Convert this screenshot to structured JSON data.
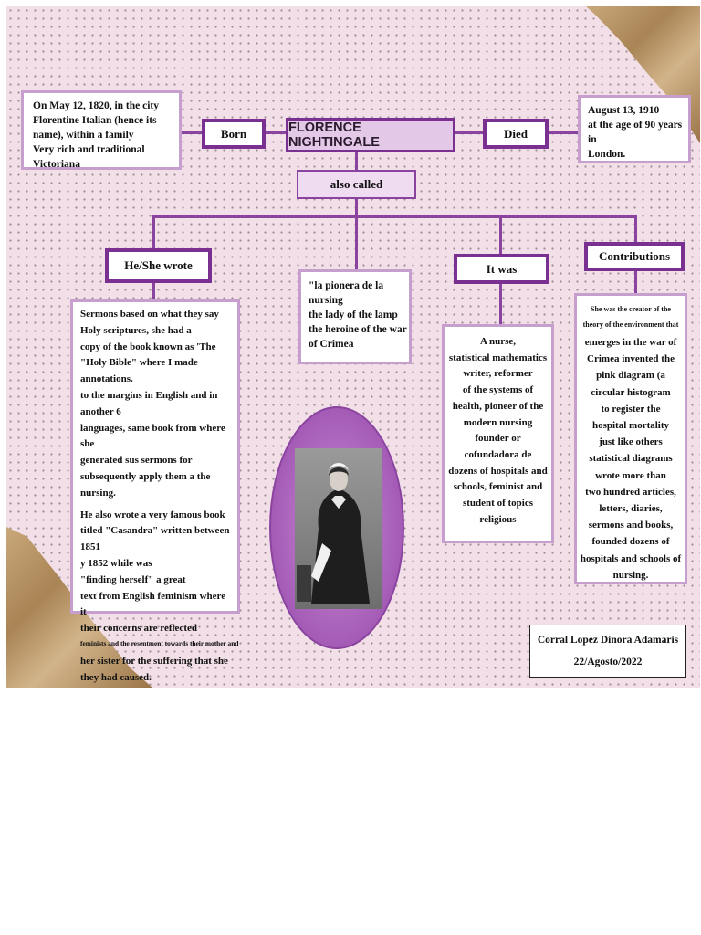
{
  "title": "FLORENCE NIGHTINGALE",
  "also_called_label": "also called",
  "born": {
    "label": "Born",
    "text": "On May 12, 1820, in the city\n    Florentine Italian (hence its\nname), within a family\n   Very rich and traditional Victoriana"
  },
  "died": {
    "label": "Died",
    "text": "August 13, 1910\n  at the age of 90 years in\n        London."
  },
  "wrote": {
    "label": "He/She wrote",
    "p1": "Sermons based on what they say\nHoly scriptures, she had a\ncopy of the book known as 'The\n\"Holy Bible\" where I made annotations.\nto the margins in English and in another 6\nlanguages, same book from where she\ngenerated sus sermons for\nsubsequently apply them a the\nnursing.",
    "p2": "He also wrote a very famous book\ntitled \"Casandra\" written between 1851\ny 1852 while was\n\"finding herself\" a great\ntext from English feminism where it\ntheir concerns are reflected",
    "p2_small": "feminists and the resentment towards their mother and",
    "p2_end": "her sister for the suffering that she\nthey had caused."
  },
  "aka_text": "\"la pionera de la\n  nursing\nthe lady of the lamp\nthe heroine of the war\n     of Crimea",
  "it_was": {
    "label": "It was",
    "text": "A nurse,\nstatistical mathematics\nwriter, reformer\nof the systems of\nhealth, pioneer of the\nmodern nursing\nfounder or\ncofundadora de\ndozens of hospitals and\nschools, feminist and\nstudent of topics\nreligious"
  },
  "contributions": {
    "label": "Contributions",
    "small": "She was the creator of the\ntheory of the environment that",
    "text": "emerges in the war of\nCrimea invented the\npink diagram (a\ncircular histogram\nto register the\nhospital mortality\njust like others\nstatistical diagrams\nwrote more than\ntwo hundred articles,\nletters, diaries,\nsermons and books,\nfounded dozens of\nhospitals and schools of\nnursing."
  },
  "author": {
    "name": "Corral Lopez Dinora Adamaris",
    "date": "22/Agosto/2022"
  }
}
